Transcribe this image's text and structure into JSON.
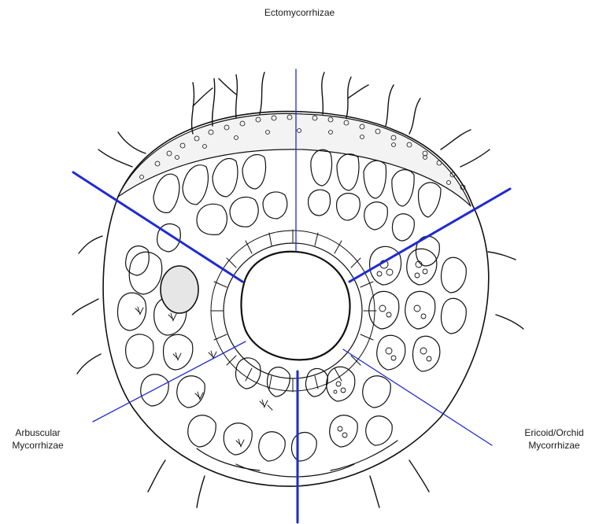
{
  "labels": {
    "top": "Ectomycorrhizae",
    "left_line1": "Arbuscular",
    "left_line2": "Mycorrhizae",
    "right_line1": "Ericoid/Orchid",
    "right_line2": "Mycorrhizae"
  },
  "colors": {
    "divider": "#1f2bd1",
    "ink": "#111111",
    "background": "#ffffff"
  }
}
